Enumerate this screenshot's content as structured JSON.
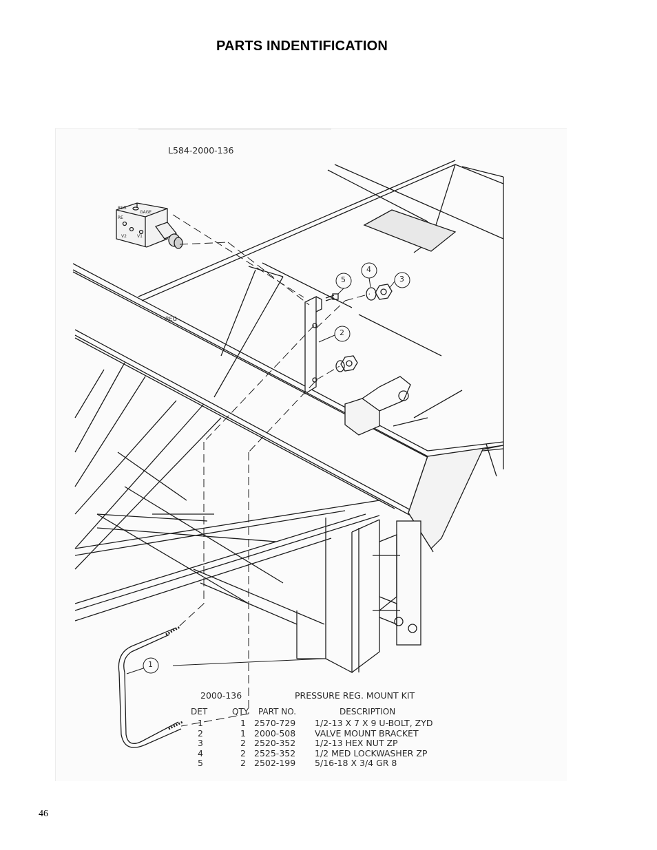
{
  "page": {
    "title": "PARTS INDENTIFICATION",
    "page_number": "46"
  },
  "drawing": {
    "drawing_number": "L584-2000-136",
    "kit_number": "2000-136",
    "kit_name": "PRESSURE REG. MOUNT KIT",
    "valve_labels": {
      "reg": "REG",
      "gage": "GAGE",
      "re": "RE",
      "v2": "V2",
      "v1": "V1"
    },
    "balloons": [
      "1",
      "2",
      "3",
      "4",
      "5"
    ]
  },
  "parts_table": {
    "headers": [
      "DET",
      "QTY",
      "PART NO.",
      "DESCRIPTION"
    ],
    "rows": [
      {
        "det": "1",
        "qty": "1",
        "part_no": "2570-729",
        "description": "1/2-13 X 7 X 9 U-BOLT, ZYD"
      },
      {
        "det": "2",
        "qty": "1",
        "part_no": "2000-508",
        "description": "VALVE MOUNT BRACKET"
      },
      {
        "det": "3",
        "qty": "2",
        "part_no": "2520-352",
        "description": "1/2-13 HEX NUT ZP"
      },
      {
        "det": "4",
        "qty": "2",
        "part_no": "2525-352",
        "description": "1/2 MED LOCKWASHER ZP"
      },
      {
        "det": "5",
        "qty": "2",
        "part_no": "2502-199",
        "description": "5/16-18 X 3/4 GR 8"
      }
    ]
  }
}
